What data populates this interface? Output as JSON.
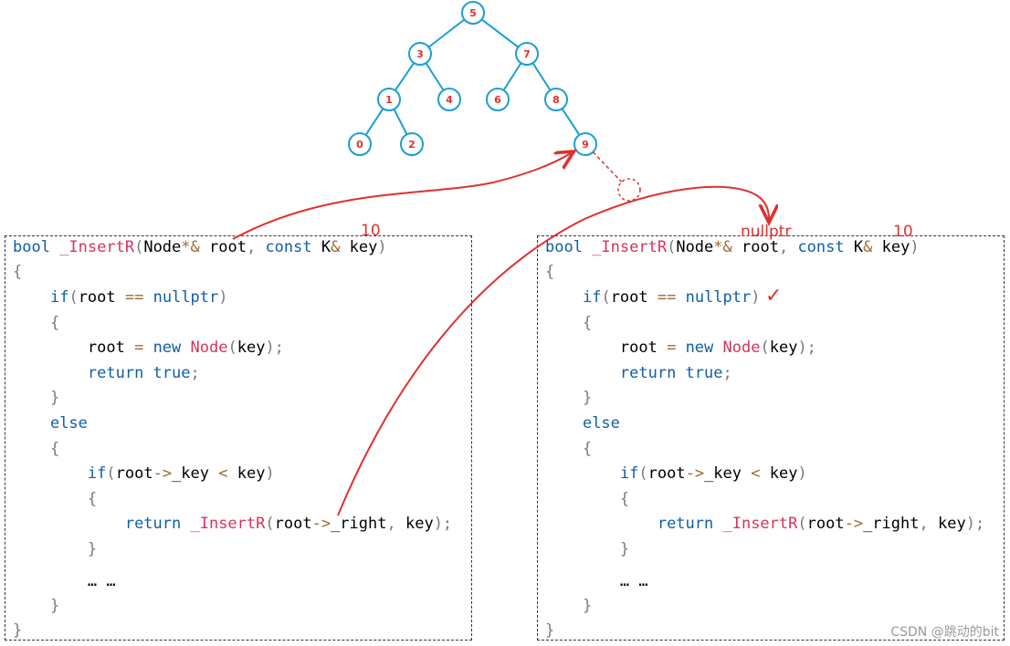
{
  "tree": {
    "nodes": [
      {
        "id": "5",
        "label": "5"
      },
      {
        "id": "3",
        "label": "3"
      },
      {
        "id": "7",
        "label": "7"
      },
      {
        "id": "1",
        "label": "1"
      },
      {
        "id": "4",
        "label": "4"
      },
      {
        "id": "6",
        "label": "6"
      },
      {
        "id": "8",
        "label": "8"
      },
      {
        "id": "0",
        "label": "0"
      },
      {
        "id": "2",
        "label": "2"
      },
      {
        "id": "9",
        "label": "9"
      }
    ],
    "edges": [
      [
        "5",
        "3"
      ],
      [
        "5",
        "7"
      ],
      [
        "3",
        "1"
      ],
      [
        "3",
        "4"
      ],
      [
        "7",
        "6"
      ],
      [
        "7",
        "8"
      ],
      [
        "1",
        "0"
      ],
      [
        "1",
        "2"
      ],
      [
        "8",
        "9"
      ]
    ],
    "colors": {
      "stroke": "#1a9ed6",
      "label": "#e03030",
      "new_node": "#e03030"
    }
  },
  "annotations": {
    "left_key_value": "10",
    "right_key_value": "10",
    "right_root_value": "nullptr",
    "check": "✓"
  },
  "code": {
    "lines": [
      [
        [
          "kw",
          "bool "
        ],
        [
          "fn",
          "_InsertR"
        ],
        [
          "pn",
          "("
        ],
        [
          "id",
          "Node"
        ],
        [
          "op",
          "*&"
        ],
        [
          "id",
          " root"
        ],
        [
          "pn",
          ", "
        ],
        [
          "kw",
          "const "
        ],
        [
          "id",
          "K"
        ],
        [
          "op",
          "&"
        ],
        [
          "id",
          " key"
        ],
        [
          "pn",
          ")"
        ]
      ],
      [
        [
          "pn",
          "{"
        ]
      ],
      [
        [
          "id",
          "    "
        ],
        [
          "kw",
          "if"
        ],
        [
          "pn",
          "("
        ],
        [
          "id",
          "root "
        ],
        [
          "op",
          "=="
        ],
        [
          "id",
          " "
        ],
        [
          "kw",
          "nullptr"
        ],
        [
          "pn",
          ")"
        ]
      ],
      [
        [
          "id",
          "    "
        ],
        [
          "pn",
          "{"
        ]
      ],
      [
        [
          "id",
          "        root "
        ],
        [
          "op",
          "="
        ],
        [
          "id",
          " "
        ],
        [
          "kw",
          "new "
        ],
        [
          "fn",
          "Node"
        ],
        [
          "pn",
          "("
        ],
        [
          "id",
          "key"
        ],
        [
          "pn",
          ");"
        ]
      ],
      [
        [
          "id",
          "        "
        ],
        [
          "kw",
          "return true"
        ],
        [
          "pn",
          ";"
        ]
      ],
      [
        [
          "id",
          "    "
        ],
        [
          "pn",
          "}"
        ]
      ],
      [
        [
          "id",
          "    "
        ],
        [
          "kw",
          "else"
        ]
      ],
      [
        [
          "id",
          "    "
        ],
        [
          "pn",
          "{"
        ]
      ],
      [
        [
          "id",
          "        "
        ],
        [
          "kw",
          "if"
        ],
        [
          "pn",
          "("
        ],
        [
          "id",
          "root"
        ],
        [
          "op",
          "->"
        ],
        [
          "id",
          "_key "
        ],
        [
          "op",
          "<"
        ],
        [
          "id",
          " key"
        ],
        [
          "pn",
          ")"
        ]
      ],
      [
        [
          "id",
          "        "
        ],
        [
          "pn",
          "{"
        ]
      ],
      [
        [
          "id",
          "            "
        ],
        [
          "kw",
          "return "
        ],
        [
          "fn",
          "_InsertR"
        ],
        [
          "pn",
          "("
        ],
        [
          "id",
          "root"
        ],
        [
          "op",
          "->"
        ],
        [
          "id",
          "_right"
        ],
        [
          "pn",
          ", "
        ],
        [
          "id",
          "key"
        ],
        [
          "pn",
          ");"
        ]
      ],
      [
        [
          "id",
          "        "
        ],
        [
          "pn",
          "}"
        ]
      ],
      [
        [
          "id",
          "        "
        ],
        [
          "id",
          "… …"
        ]
      ],
      [
        [
          "id",
          "    "
        ],
        [
          "pn",
          "}"
        ]
      ],
      [
        [
          "pn",
          "}"
        ]
      ]
    ]
  },
  "watermark": "CSDN @跳动的bit"
}
